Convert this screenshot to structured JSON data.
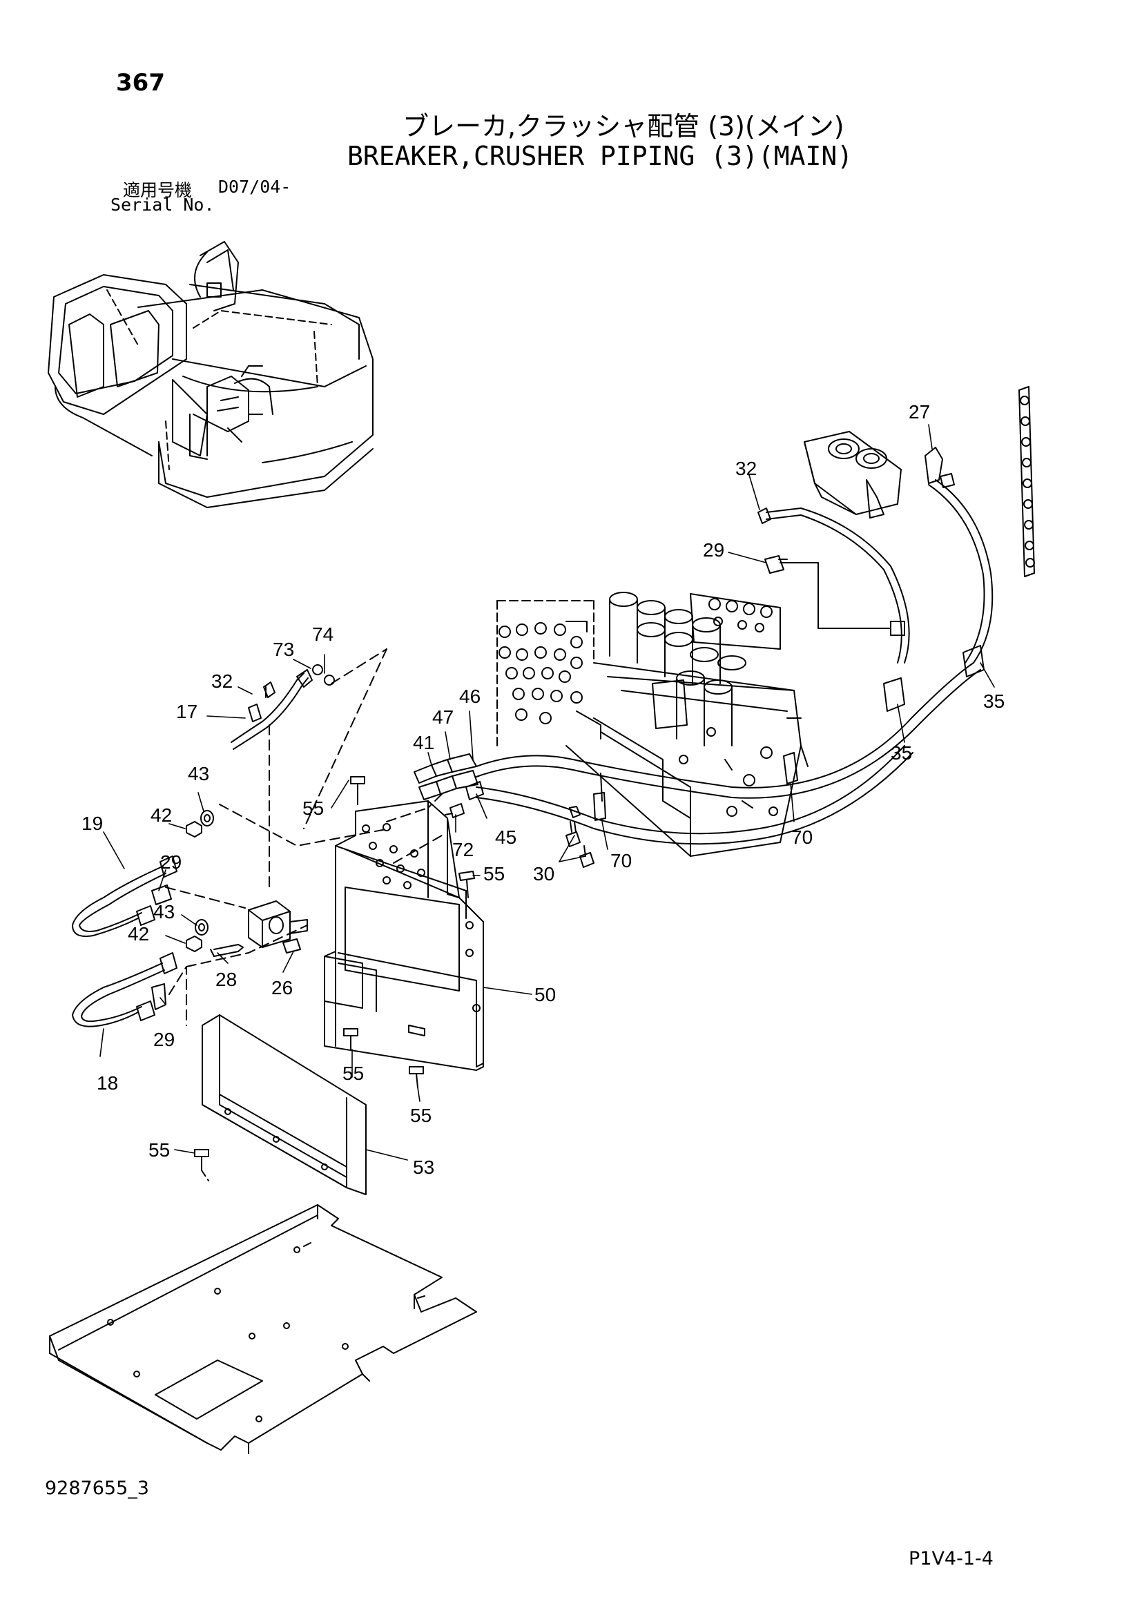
{
  "header": {
    "page_number": "367",
    "title_jp": "ブレーカ,クラッシャ配管 (3)(メイン)",
    "title_en": "BREAKER,CRUSHER PIPING (3)(MAIN)",
    "serial_label_jp": "適用号機",
    "serial_label_en": "Serial No.",
    "serial_value": "D07/04-"
  },
  "footer": {
    "drawing_number": "9287655_3",
    "page_code": "P1V4-1-4"
  },
  "callouts": [
    {
      "id": "c27a",
      "label": "27"
    },
    {
      "id": "c32a",
      "label": "32"
    },
    {
      "id": "c29a",
      "label": "29"
    },
    {
      "id": "c35a",
      "label": "35"
    },
    {
      "id": "c35b",
      "label": "35"
    },
    {
      "id": "c74",
      "label": "74"
    },
    {
      "id": "c73",
      "label": "73"
    },
    {
      "id": "c32b",
      "label": "32"
    },
    {
      "id": "c17",
      "label": "17"
    },
    {
      "id": "c46",
      "label": "46"
    },
    {
      "id": "c47",
      "label": "47"
    },
    {
      "id": "c41",
      "label": "41"
    },
    {
      "id": "c43a",
      "label": "43"
    },
    {
      "id": "c42a",
      "label": "42"
    },
    {
      "id": "c55a",
      "label": "55"
    },
    {
      "id": "c19",
      "label": "19"
    },
    {
      "id": "c29b",
      "label": "29"
    },
    {
      "id": "c45",
      "label": "45"
    },
    {
      "id": "c72",
      "label": "72"
    },
    {
      "id": "c70a",
      "label": "70"
    },
    {
      "id": "c70b",
      "label": "70"
    },
    {
      "id": "c30",
      "label": "30"
    },
    {
      "id": "c55b",
      "label": "55"
    },
    {
      "id": "c43b",
      "label": "43"
    },
    {
      "id": "c42b",
      "label": "42"
    },
    {
      "id": "c28",
      "label": "28"
    },
    {
      "id": "c26",
      "label": "26"
    },
    {
      "id": "c50",
      "label": "50"
    },
    {
      "id": "c29c",
      "label": "29"
    },
    {
      "id": "c18",
      "label": "18"
    },
    {
      "id": "c55c",
      "label": "55"
    },
    {
      "id": "c55d",
      "label": "55"
    },
    {
      "id": "c55e",
      "label": "55"
    },
    {
      "id": "c53",
      "label": "53"
    }
  ]
}
